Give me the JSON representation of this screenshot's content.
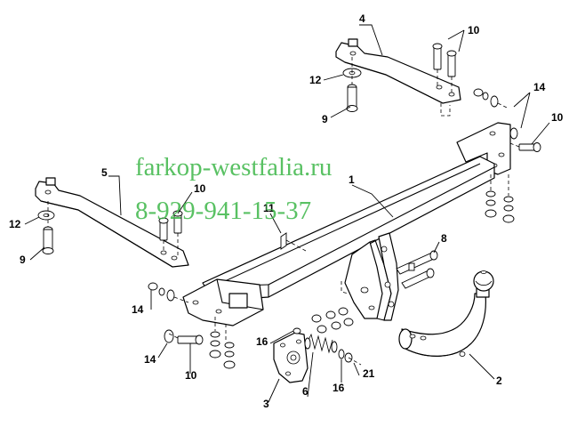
{
  "watermark": {
    "site": "farkop-westfalia.ru",
    "phone": "8-929-941-15-37",
    "color": "#3cb648"
  },
  "callouts": [
    {
      "key": "c4",
      "text": "4"
    },
    {
      "key": "c10a",
      "text": "10"
    },
    {
      "key": "c12a",
      "text": "12"
    },
    {
      "key": "c9a",
      "text": "9"
    },
    {
      "key": "c14a",
      "text": "14"
    },
    {
      "key": "c10b",
      "text": "10"
    },
    {
      "key": "c5",
      "text": "5"
    },
    {
      "key": "c10c",
      "text": "10"
    },
    {
      "key": "c12b",
      "text": "12"
    },
    {
      "key": "c9b",
      "text": "9"
    },
    {
      "key": "c1",
      "text": "1"
    },
    {
      "key": "c11",
      "text": "11"
    },
    {
      "key": "c8",
      "text": "8"
    },
    {
      "key": "c14b",
      "text": "14"
    },
    {
      "key": "c14c",
      "text": "14"
    },
    {
      "key": "c10d",
      "text": "10"
    },
    {
      "key": "c16a",
      "text": "16"
    },
    {
      "key": "c3",
      "text": "3"
    },
    {
      "key": "c6",
      "text": "6"
    },
    {
      "key": "c16b",
      "text": "16"
    },
    {
      "key": "c21",
      "text": "21"
    },
    {
      "key": "c2",
      "text": "2"
    }
  ]
}
